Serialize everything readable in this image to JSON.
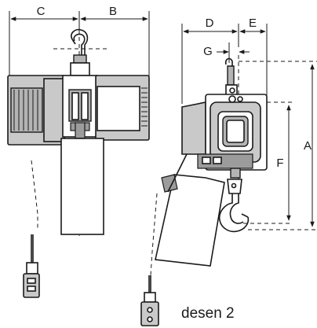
{
  "dimensions": {
    "a": "A",
    "b": "B",
    "c": "C",
    "d": "D",
    "e": "E",
    "f": "F",
    "g": "G"
  },
  "caption": "desen 2"
}
